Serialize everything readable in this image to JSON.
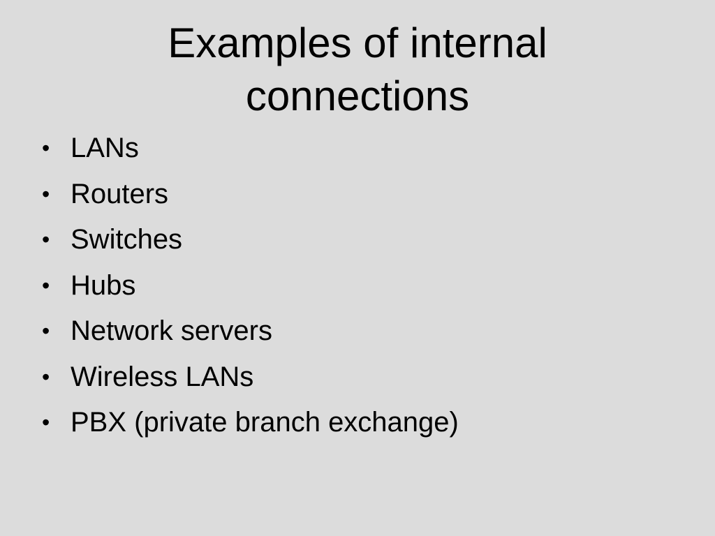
{
  "slide": {
    "title_lines": [
      "Examples of internal",
      "connections"
    ],
    "bullet_glyph": "•",
    "bullets": [
      "LANs",
      "Routers",
      "Switches",
      "Hubs",
      "Network servers",
      "Wireless LANs",
      "PBX (private branch exchange)"
    ]
  },
  "colors": {
    "background": "#dcdcdc",
    "text": "#000000"
  }
}
